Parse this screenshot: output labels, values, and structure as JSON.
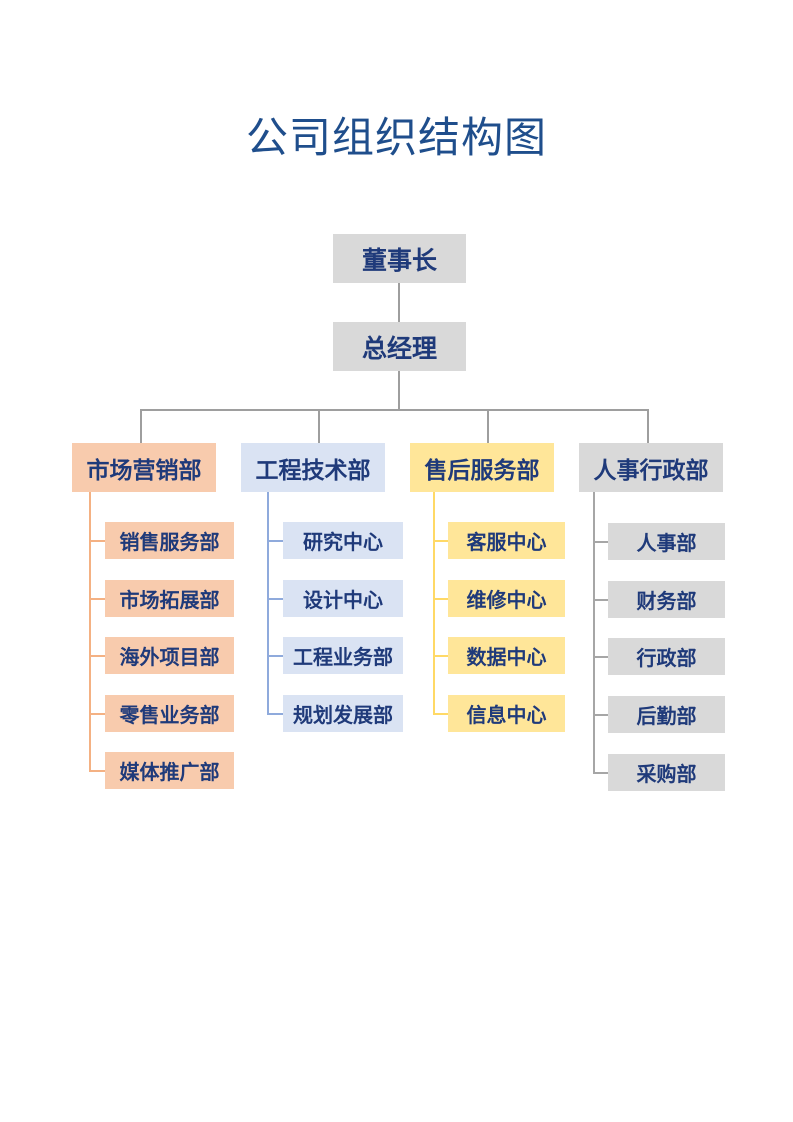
{
  "title": "公司组织结构图",
  "root": "董事长",
  "gm": "总经理",
  "departments": [
    {
      "name": "市场营销部",
      "color": "#f8cbad",
      "line": "#f4b183",
      "children": [
        "销售服务部",
        "市场拓展部",
        "海外项目部",
        "零售业务部",
        "媒体推广部"
      ]
    },
    {
      "name": "工程技术部",
      "color": "#dae3f3",
      "line": "#8faadc",
      "children": [
        "研究中心",
        "设计中心",
        "工程业务部",
        "规划发展部"
      ]
    },
    {
      "name": "售后服务部",
      "color": "#ffe699",
      "line": "#ffd966",
      "children": [
        "客服中心",
        "维修中心",
        "数据中心",
        "信息中心"
      ]
    },
    {
      "name": "人事行政部",
      "color": "#d9d9d9",
      "line": "#a6a6a6",
      "children": [
        "人事部",
        "财务部",
        "行政部",
        "后勤部",
        "采购部"
      ]
    }
  ],
  "text_color": "#1f3a7a",
  "title_color": "#1f4e8c"
}
